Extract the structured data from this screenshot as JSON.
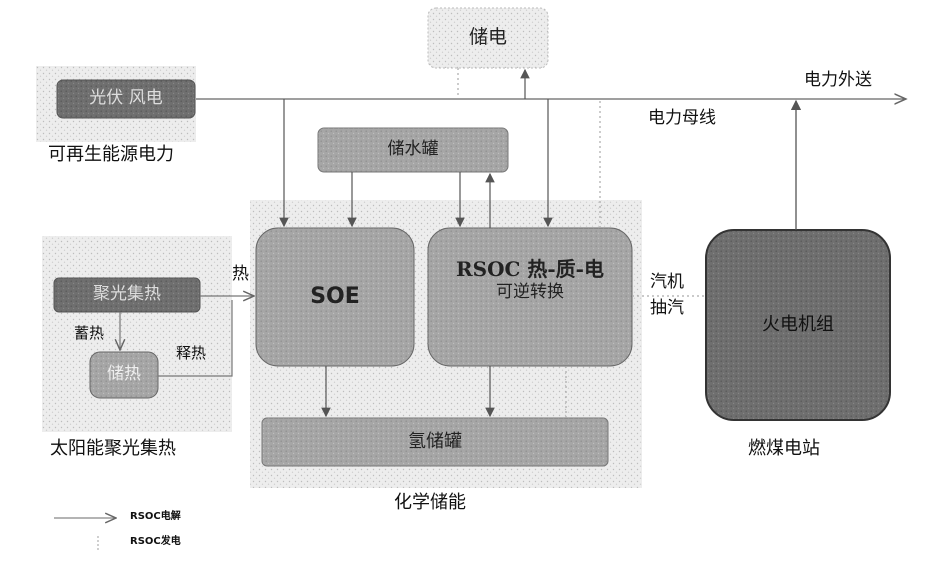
{
  "nodes": {
    "storage": "储电",
    "pv_wind": "光伏  风电",
    "renewable_power": "可再生能源电力",
    "water_tank": "储水罐",
    "soe": "SOE",
    "rsoc_title": "RSOC 热-质-电",
    "rsoc_subtitle": "可逆转换",
    "hydrogen_tank": "氢储罐",
    "chemical_storage": "化学储能",
    "concentrator": "聚光集热",
    "heat_store": "储热",
    "solar_thermal": "太阳能聚光集热",
    "thermal_unit": "火电机组",
    "coal_plant": "燃煤电站"
  },
  "edge_labels": {
    "power_export": "电力外送",
    "power_bus": "电力母线",
    "heat": "热",
    "store_heat": "蓄热",
    "release_heat": "释热",
    "turbine": "汽机",
    "extract_steam": "抽汽"
  },
  "legend": {
    "electrolysis": "RSOC电解",
    "generation": "RSOC发电"
  },
  "colors": {
    "box_fill": "#a9a9a9",
    "box_dark": "#6e6e6e",
    "region_fill": "#ececec",
    "line": "#666666"
  }
}
